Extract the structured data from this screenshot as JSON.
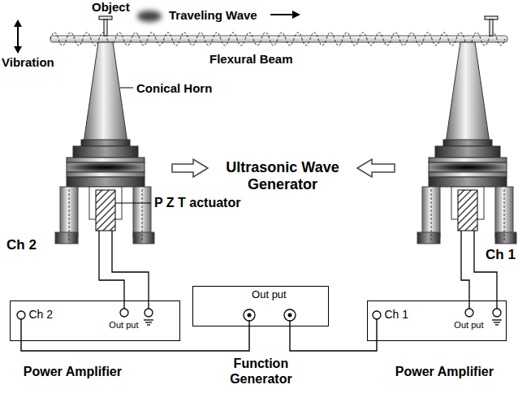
{
  "diagram": {
    "nodes": [
      {
        "text": [
          "Ch 2",
          "Out put",
          "Power Amplifier"
        ]
      },
      {
        "text": [
          "Out put",
          "Function Generator"
        ]
      },
      {
        "text": [
          "Ch 1",
          "Out put",
          "Power Amplifier"
        ]
      }
    ],
    "edges": [
      {
        "from": 1,
        "to": 0,
        "arrow": "none"
      },
      {
        "from": 1,
        "to": 2,
        "arrow": "none"
      }
    ],
    "labels": [
      "Object",
      "Traveling Wave",
      "Vibration",
      "Flexural Beam",
      "Conical Horn",
      "Ultrasonic Wave Generator",
      "Ch 2",
      "P Z T actuator",
      "Ch 1"
    ]
  }
}
